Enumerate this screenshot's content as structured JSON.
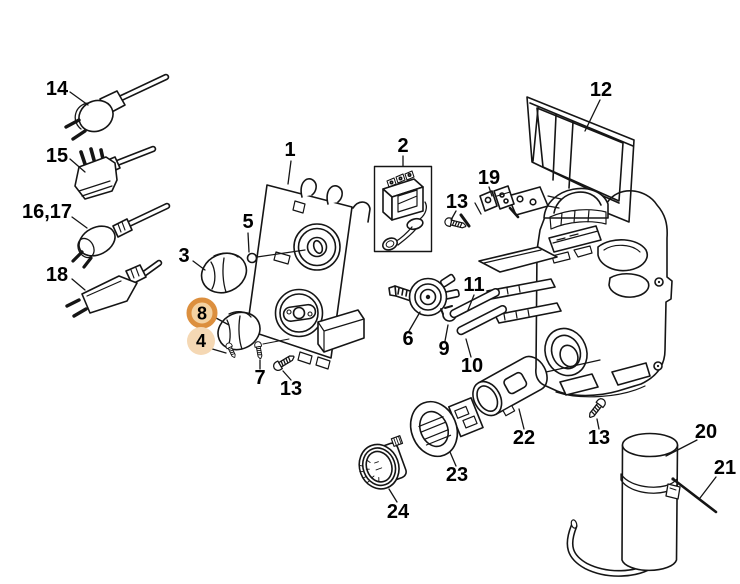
{
  "diagram": {
    "type": "exploded-parts-diagram",
    "background": "#ffffff",
    "line_color": "#151515",
    "highlight": {
      "ring_stroke": "#dc8f3e",
      "ring_fill": "#f4d2a2",
      "plain_fill": "#f5d8b4"
    },
    "parts": [
      {
        "label": "14"
      },
      {
        "label": "15"
      },
      {
        "label": "16,17"
      },
      {
        "label": "18"
      },
      {
        "label": "1"
      },
      {
        "label": "2"
      },
      {
        "label": "3"
      },
      {
        "label": "5"
      },
      {
        "label": "8",
        "highlight": "ring"
      },
      {
        "label": "4",
        "highlight": "fill"
      },
      {
        "label": "7"
      },
      {
        "label": "13"
      },
      {
        "label": "19"
      },
      {
        "label": "13"
      },
      {
        "label": "12"
      },
      {
        "label": "6"
      },
      {
        "label": "9"
      },
      {
        "label": "10"
      },
      {
        "label": "11"
      },
      {
        "label": "22"
      },
      {
        "label": "23"
      },
      {
        "label": "24"
      },
      {
        "label": "20"
      },
      {
        "label": "21"
      },
      {
        "label": "13"
      }
    ]
  }
}
